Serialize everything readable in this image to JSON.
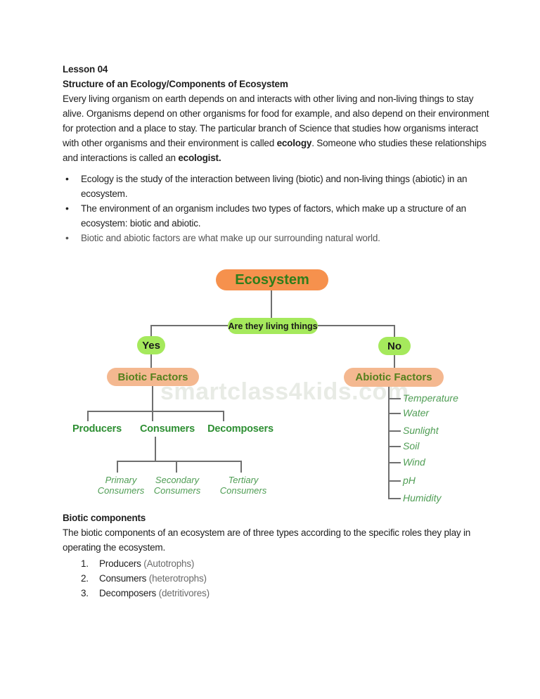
{
  "colors": {
    "body": "#1f1f1f",
    "muted": "#555555",
    "paren": "#6b6b6b",
    "orange": "#f6914d",
    "salmon": "#f4b890",
    "pillgreen": "#a5e95c",
    "darkgreen": "#2f7d1b",
    "olive": "#55801d",
    "nodegreen": "#2e8f33",
    "leafgreen": "#4f9d54",
    "qtext": "#3c4430",
    "line": "#6f6f6f",
    "watermark": "#e8ebe5"
  },
  "page": {
    "lesson_label": "Lesson 04",
    "title": "Structure of an Ecology/Components of Ecosystem",
    "intro": {
      "before_bold1": "Every living organism on earth depends on and interacts with other living and non-living things to stay alive. Organisms depend on other organisms for food for example, and also depend on their environment for protection and a place to stay. The particular branch of Science that studies how organisms interact with other organisms and their environment is called ",
      "bold1": "ecology",
      "between": ". Someone who studies these relationships and interactions is called an ",
      "bold2": "ecologist."
    },
    "bullets": [
      {
        "text": "Ecology is the study of the interaction between living (biotic) and non-living things (abiotic) in an ecosystem."
      },
      {
        "text": "The environment of an organism includes two types of factors, which make up a structure of an ecosystem: biotic and abiotic."
      },
      {
        "text": "Biotic and abiotic factors are what make up our surrounding natural world."
      }
    ]
  },
  "diagram": {
    "watermark": "smartclass4kids.com",
    "root": "Ecosystem",
    "question": "Are they living things",
    "yes": "Yes",
    "no": "No",
    "biotic_label": "Biotic Factors",
    "abiotic_label": "Abiotic Factors",
    "biotic_children": [
      "Producers",
      "Consumers",
      "Decomposers"
    ],
    "consumer_children": [
      [
        "Primary",
        "Consumers"
      ],
      [
        "Secondary",
        "Consumers"
      ],
      [
        "Tertiary",
        "Consumers"
      ]
    ],
    "abiotic_items": [
      "Temperature",
      "Water",
      "Sunlight",
      "Soil",
      "Wind",
      "pH",
      "Humidity"
    ]
  },
  "biotic_section": {
    "heading": "Biotic components",
    "body": "The biotic components of an ecosystem are of three types according to the specific roles they play in operating the ecosystem.",
    "items": [
      {
        "num": "1.",
        "name": "Producers",
        "paren": "(Autotrophs)"
      },
      {
        "num": "2.",
        "name": "Consumers",
        "paren": "(heterotrophs)"
      },
      {
        "num": "3.",
        "name": "Decomposers",
        "paren": "(detritivores)"
      }
    ]
  }
}
